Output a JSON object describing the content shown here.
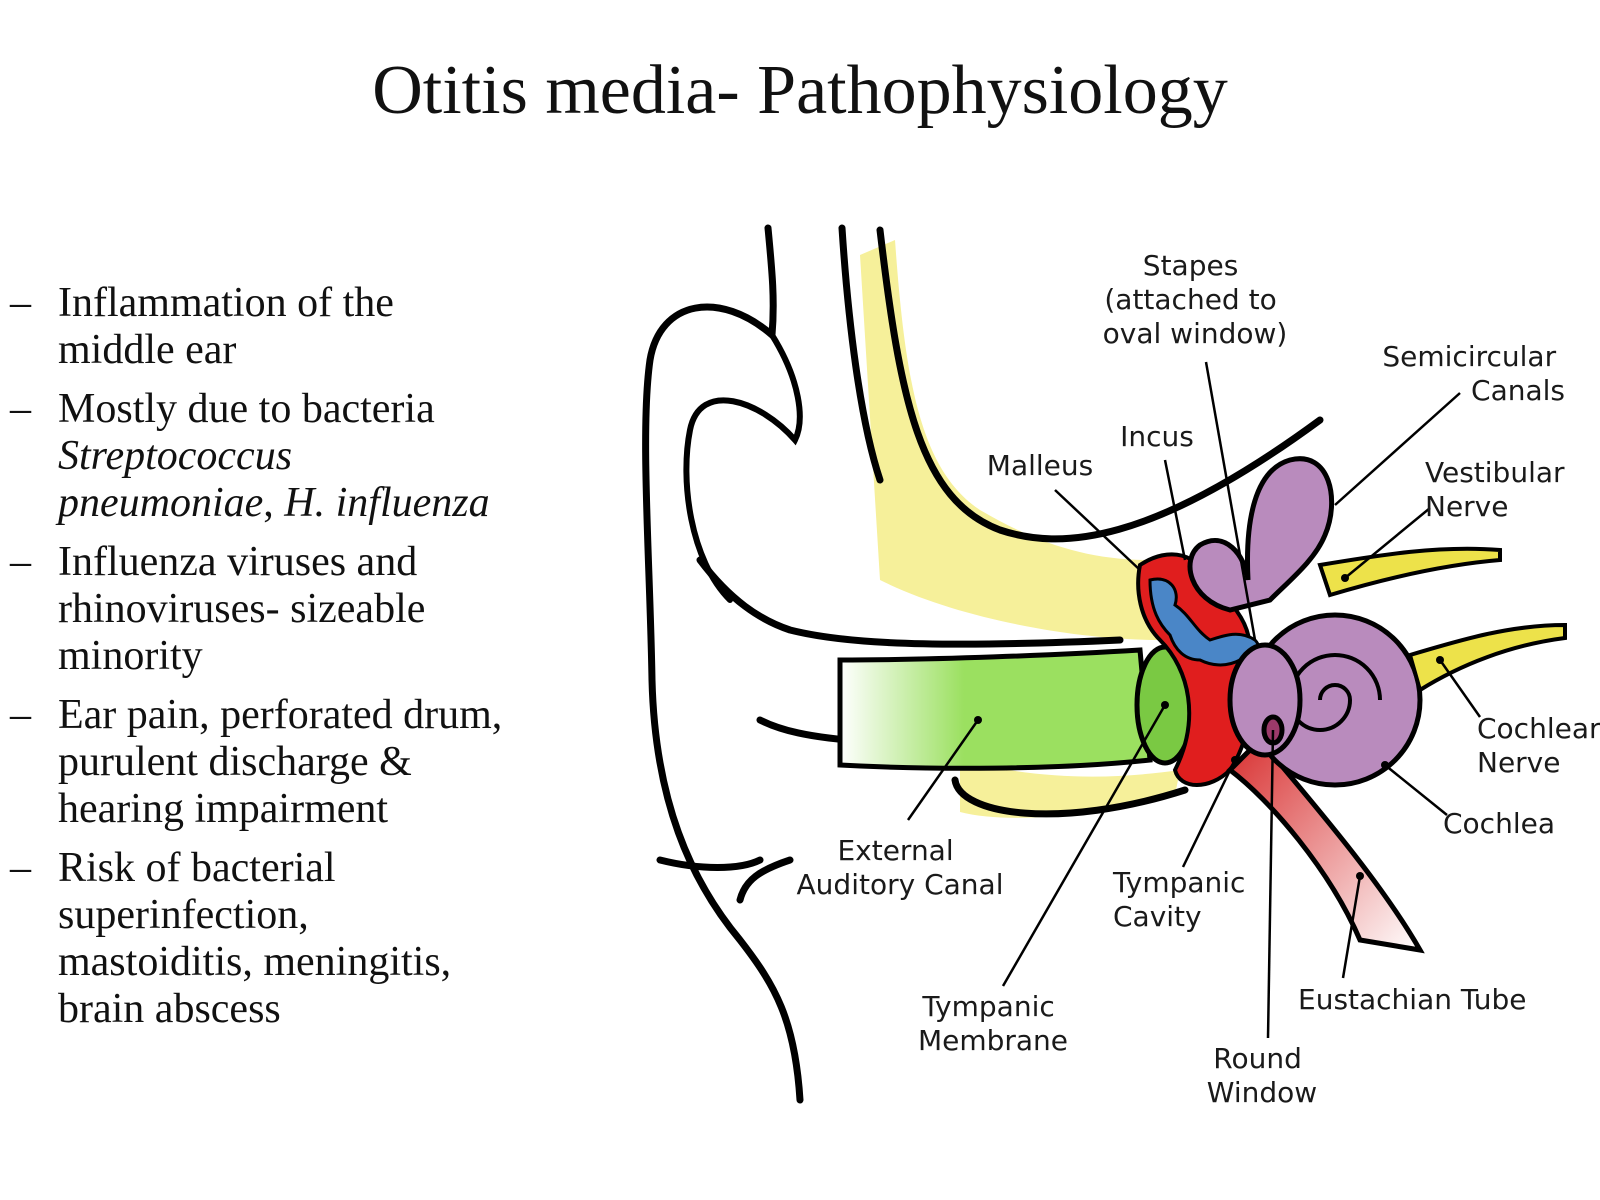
{
  "title": "Otitis media- Pathophysiology",
  "bullets": [
    {
      "lines": [
        "Inflammation of the",
        "middle ear"
      ]
    },
    {
      "lines": [
        "Mostly due to bacteria"
      ],
      "italic_lines": [
        "Streptococcus",
        "pneumoniae"
      ],
      "tail_normal": ", ",
      "tail_italic": "H. influenza"
    },
    {
      "lines": [
        "Influenza viruses and",
        "rhinoviruses- sizeable",
        "minority"
      ]
    },
    {
      "lines": [
        "Ear pain, perforated drum,",
        "purulent discharge &",
        "hearing impairment"
      ]
    },
    {
      "lines": [
        "Risk of bacterial",
        "superinfection,",
        "mastoiditis, meningitis,",
        "brain abscess"
      ]
    }
  ],
  "bullet_marker": "–",
  "diagram": {
    "labels": {
      "stapes": [
        "Stapes",
        "(attached to",
        "oval window)"
      ],
      "semicircular_canals": [
        "Semicircular",
        "Canals"
      ],
      "incus": [
        "Incus"
      ],
      "malleus": [
        "Malleus"
      ],
      "vestibular_nerve": [
        "Vestibular",
        "Nerve"
      ],
      "cochlear_nerve": [
        "Cochlear",
        "Nerve"
      ],
      "cochlea": [
        "Cochlea"
      ],
      "external_auditory_canal": [
        "External",
        "Auditory Canal"
      ],
      "tympanic_cavity": [
        "Tympanic",
        "Cavity"
      ],
      "eustachian_tube": [
        "Eustachian Tube"
      ],
      "tympanic_membrane": [
        "Tympanic",
        "Membrane"
      ],
      "round_window": [
        "Round",
        "Window"
      ]
    },
    "colors": {
      "bone": "#f6f09a",
      "canal": "#9be060",
      "drum": "#7ac943",
      "middle_ear": "#e01e1e",
      "ossicles": "#4a86c7",
      "inner_ear": "#b98bbd",
      "nerve": "#ede24a",
      "tube": "#e88080",
      "outline": "#000000"
    }
  }
}
